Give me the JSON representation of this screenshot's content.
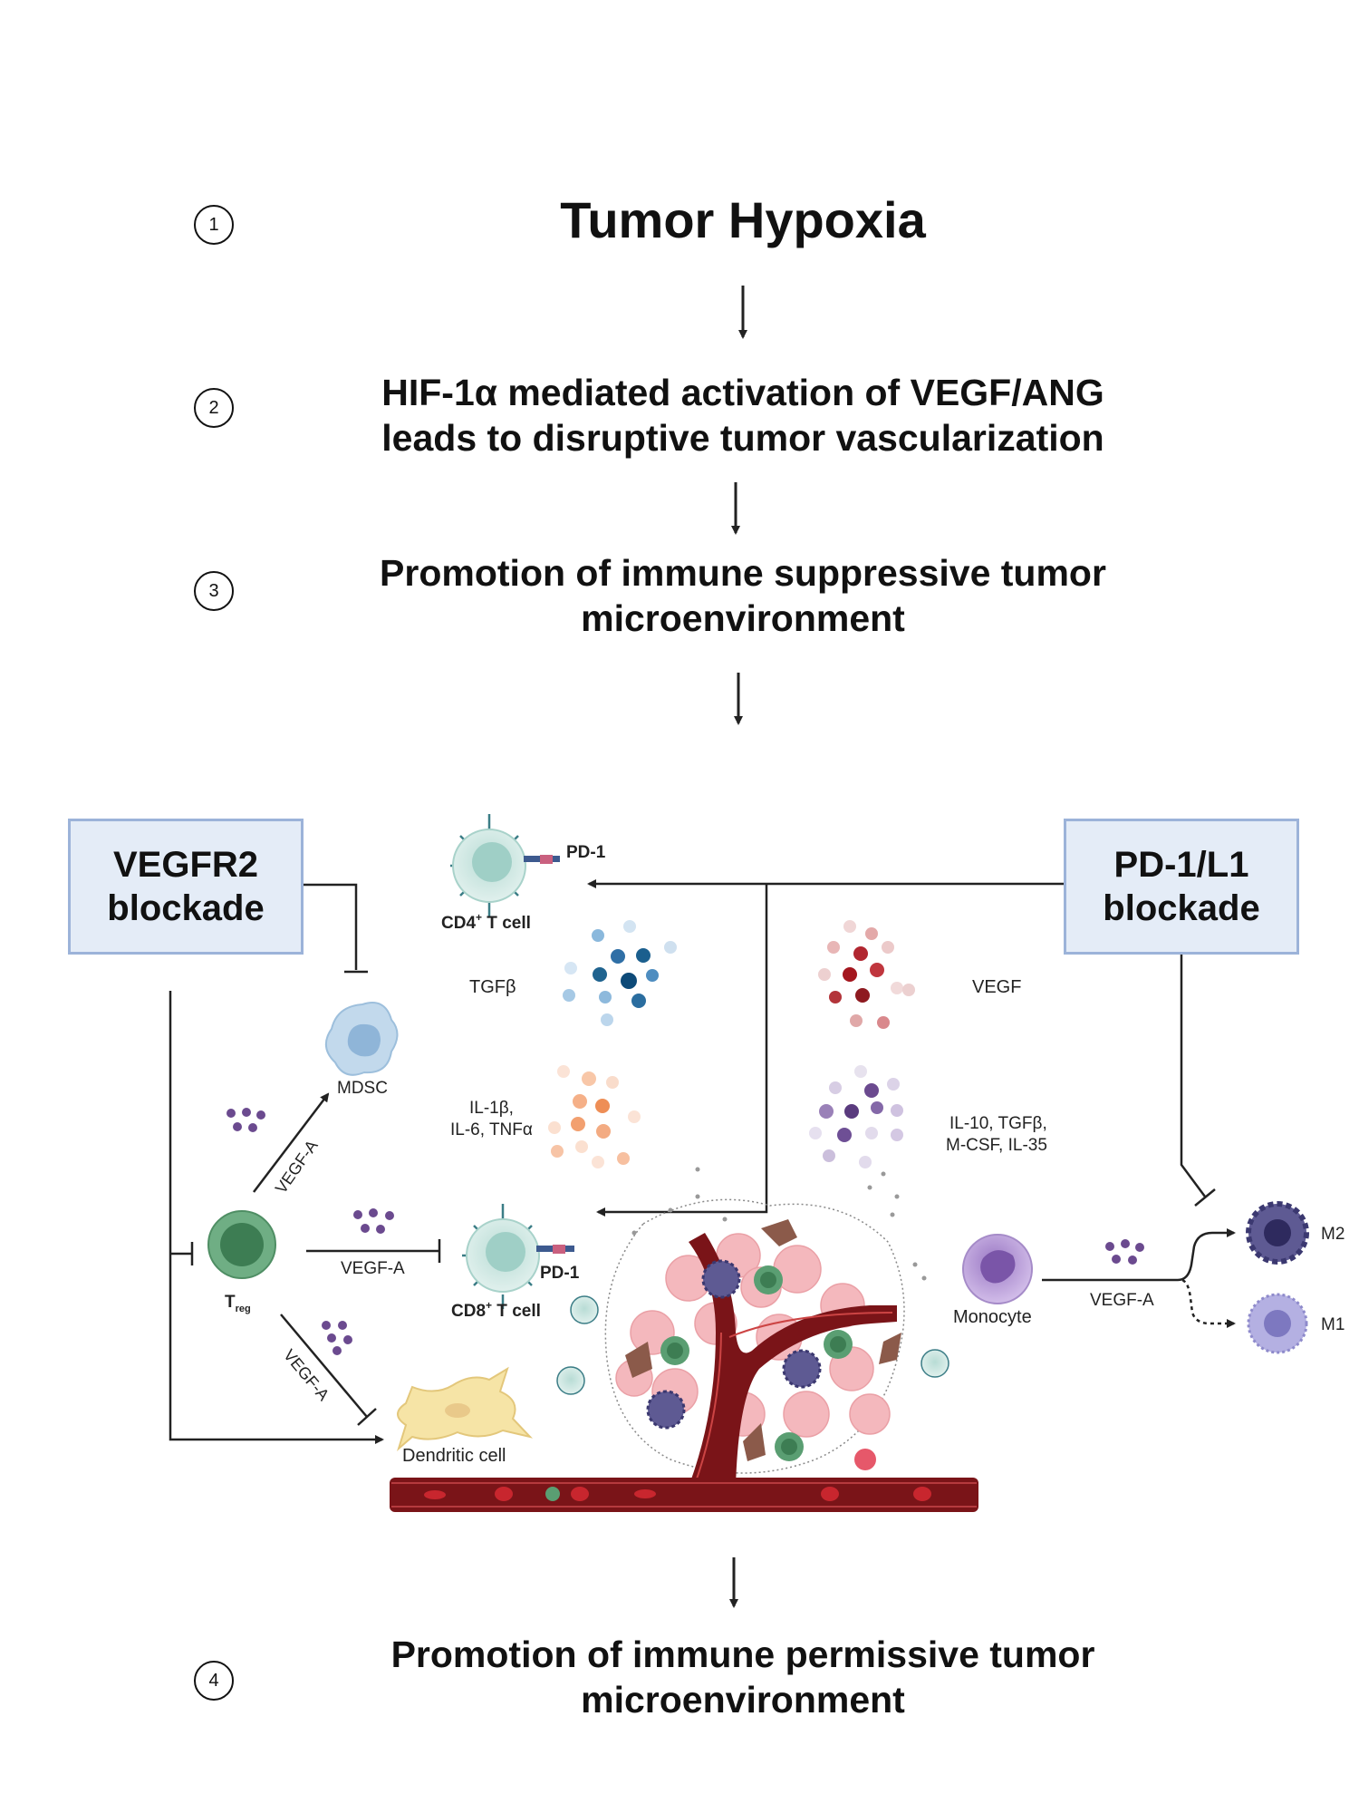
{
  "steps": [
    {
      "number": "1",
      "text": "Tumor Hypoxia"
    },
    {
      "number": "2",
      "text_line1": "HIF-1α mediated activation of VEGF/ANG",
      "text_line2": "leads to disruptive tumor vascularization"
    },
    {
      "number": "3",
      "text_line1": "Promotion of immune suppressive tumor",
      "text_line2": "microenvironment"
    },
    {
      "number": "4",
      "text_line1": "Promotion of immune permissive tumor",
      "text_line2": "microenvironment"
    }
  ],
  "boxes": {
    "vegfr2_line1": "VEGFR2",
    "vegfr2_line2": "blockade",
    "pd1_line1": "PD-1/L1",
    "pd1_line2": "blockade"
  },
  "labels": {
    "pd1_top": "PD-1",
    "cd4_main": "CD4",
    "cd4_sup": "+",
    "cd4_rest": " T cell",
    "tgfb": "TGFβ",
    "vegf": "VEGF",
    "mdsc": "MDSC",
    "il1_line1": "IL-1β,",
    "il1_line2": "IL-6, TNFα",
    "il10_line1": "IL-10, TGFβ,",
    "il10_line2": "M-CSF, IL-35",
    "vegfa_diag_up": "VEGF-A",
    "vegfa_mid": "VEGF-A",
    "vegfa_diag_down": "VEGF-A",
    "vegfa_right": "VEGF-A",
    "treg_main": "T",
    "treg_sub": "reg",
    "pd1_bottom": "PD-1",
    "cd8_main": "CD8",
    "cd8_sup": "+",
    "cd8_rest": " T cell",
    "monocyte": "Monocyte",
    "m2": "M2",
    "m1": "M1",
    "dendritic": "Dendritic cell"
  },
  "colors": {
    "box_fill": "#e4ecf7",
    "box_border": "#9cb3d9",
    "vessel": "#7a1418",
    "tcell": "#cfe8e4",
    "treg": "#5a9e72",
    "mdsc": "#b9d3ea",
    "monocyte": "#b79ad6",
    "m2": "#5e5a93",
    "m1": "#a8a4dd",
    "dendritic": "#f6e6a8",
    "cytokine_purple": "#6b4a8f"
  }
}
